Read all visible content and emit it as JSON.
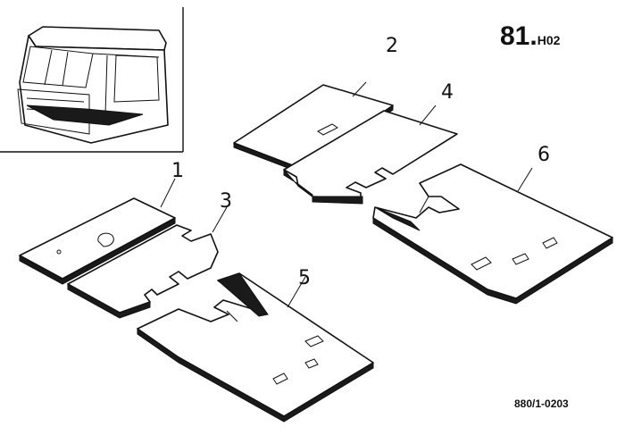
{
  "page_ref": {
    "main": "81.",
    "sub": "H02"
  },
  "drawing_number": "880/1-0203",
  "parts": [
    {
      "id": "part-1",
      "label": "1"
    },
    {
      "id": "part-2",
      "label": "2"
    },
    {
      "id": "part-3",
      "label": "3"
    },
    {
      "id": "part-4",
      "label": "4"
    },
    {
      "id": "part-5",
      "label": "5"
    },
    {
      "id": "part-6",
      "label": "6"
    }
  ],
  "inset": {
    "icon": "truck-cab-icon"
  }
}
